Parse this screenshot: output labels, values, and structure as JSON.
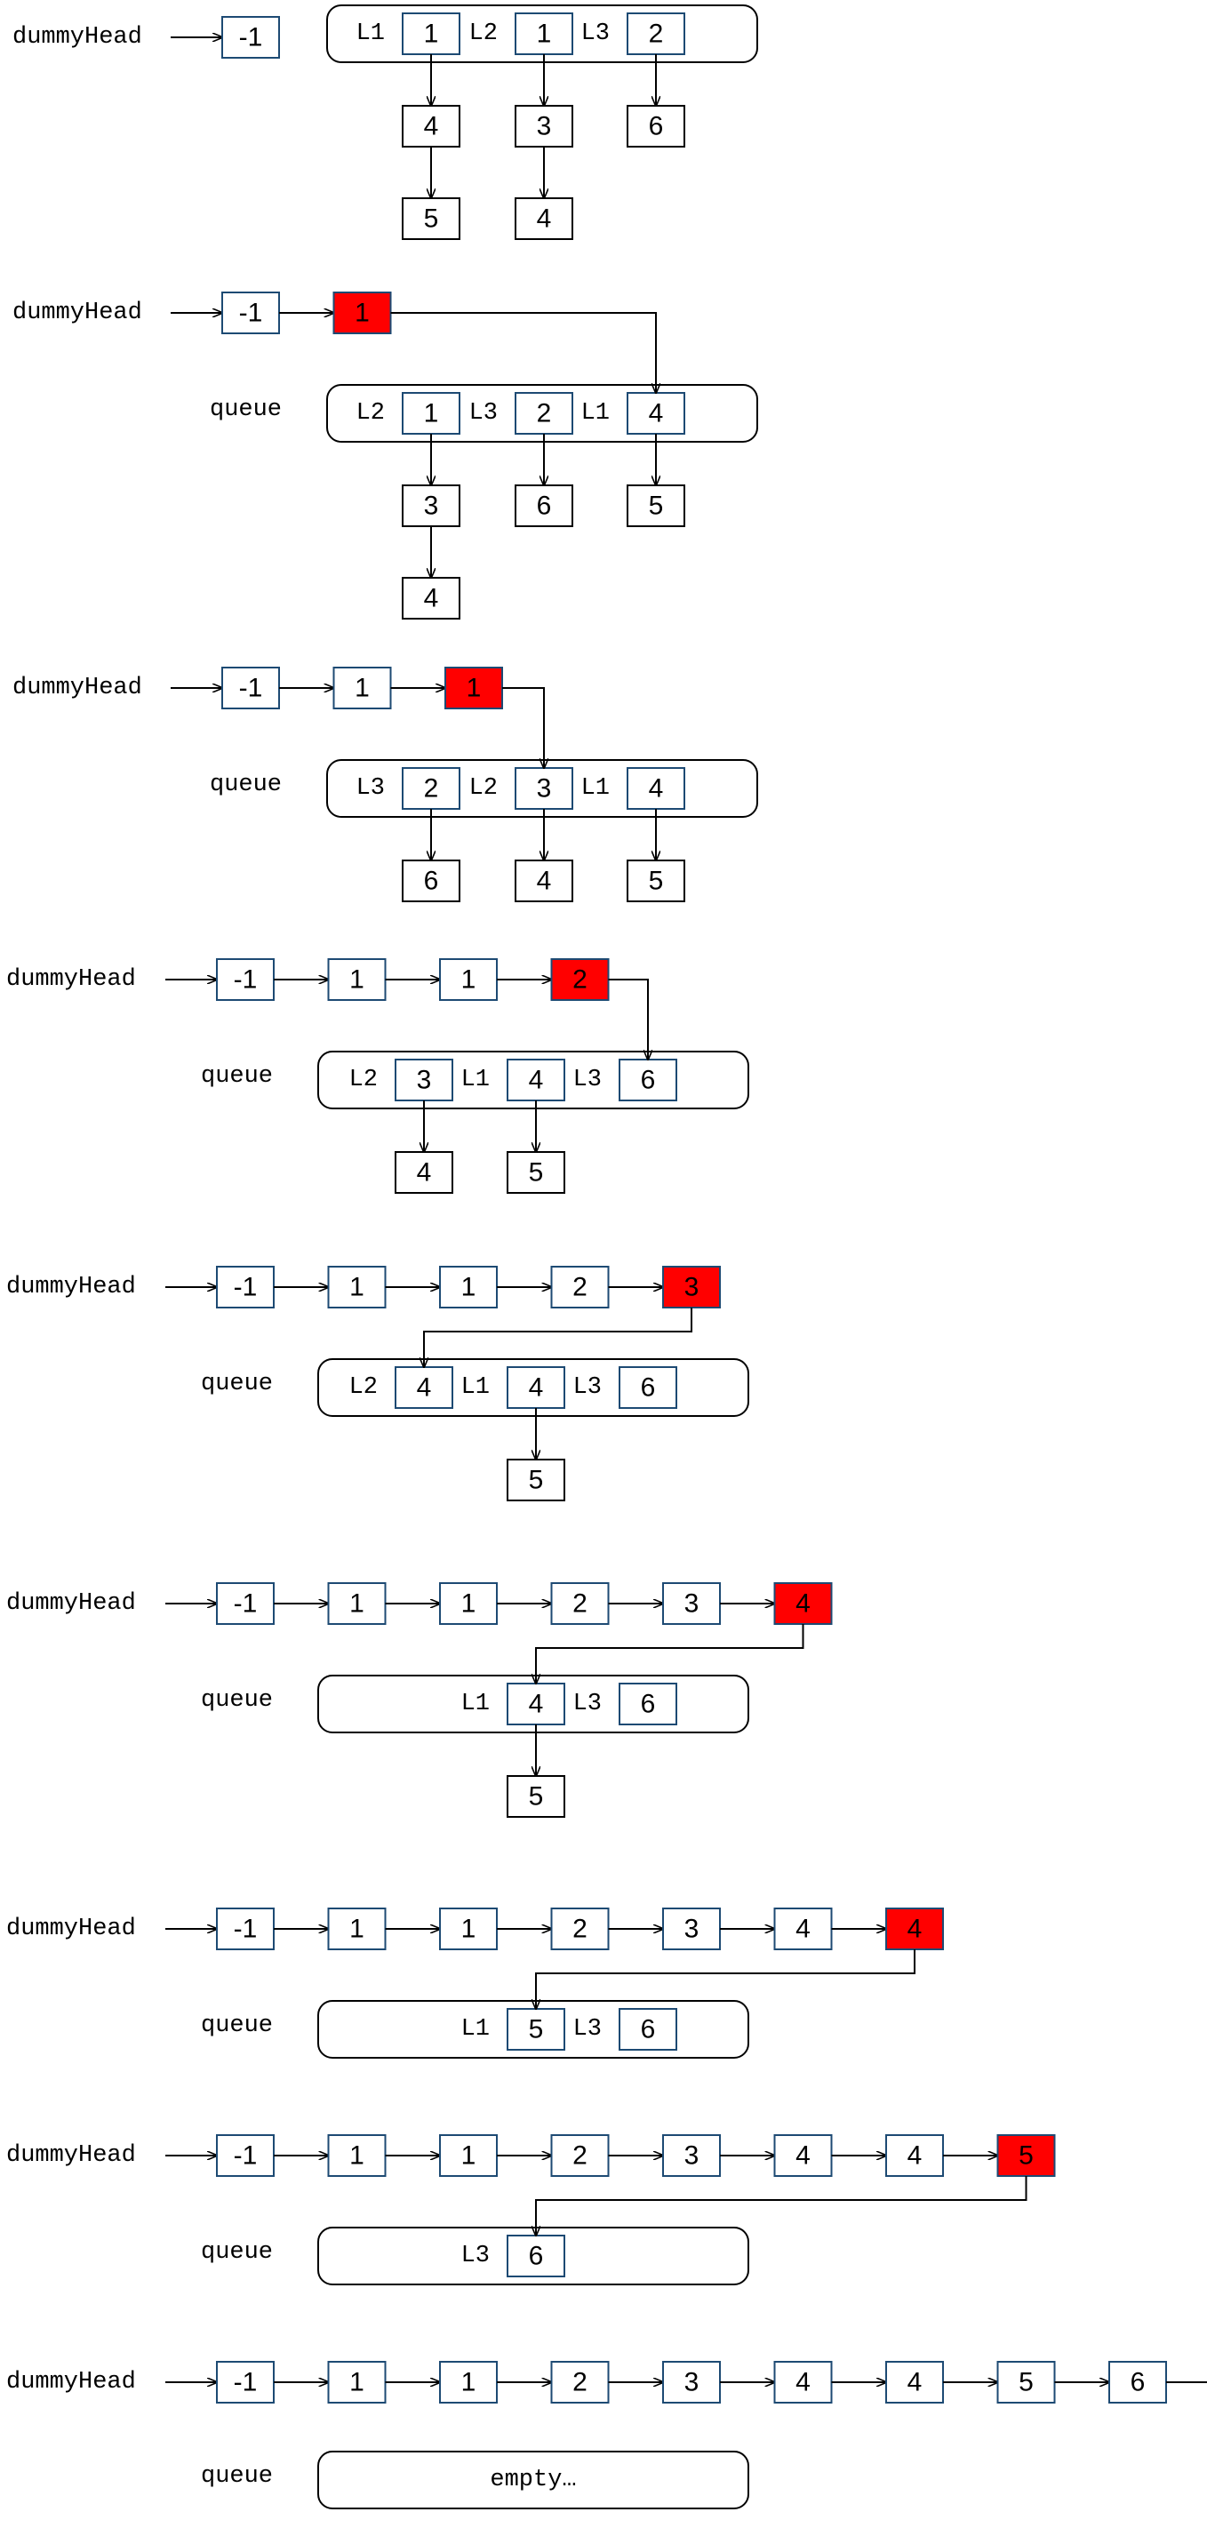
{
  "labels": {
    "head": "dummyHead",
    "queue": "queue",
    "null": "null",
    "empty": "empty…"
  },
  "colors": {
    "highlight": "#ff0000",
    "list_box_border": "#1d4a73",
    "queue_border": "#000000",
    "arrow": "#000000"
  },
  "icons": {
    "arrow": "arrow-right-icon"
  },
  "panels": [
    {
      "merged": [
        "-1"
      ],
      "highlight": null,
      "queue_label": false,
      "queue": [
        {
          "label": "L1",
          "nodes": [
            "1",
            "4",
            "5"
          ]
        },
        {
          "label": "L2",
          "nodes": [
            "1",
            "3",
            "4"
          ]
        },
        {
          "label": "L3",
          "nodes": [
            "2",
            "6"
          ]
        }
      ]
    },
    {
      "merged": [
        "-1"
      ],
      "highlight": "1",
      "queue_label": true,
      "queue": [
        {
          "label": "L2",
          "nodes": [
            "1",
            "3",
            "4"
          ]
        },
        {
          "label": "L3",
          "nodes": [
            "2",
            "6"
          ]
        },
        {
          "label": "L1",
          "nodes": [
            "4",
            "5"
          ]
        }
      ]
    },
    {
      "merged": [
        "-1",
        "1"
      ],
      "highlight": "1",
      "queue_label": true,
      "queue": [
        {
          "label": "L3",
          "nodes": [
            "2",
            "6"
          ]
        },
        {
          "label": "L2",
          "nodes": [
            "3",
            "4"
          ]
        },
        {
          "label": "L1",
          "nodes": [
            "4",
            "5"
          ]
        }
      ]
    },
    {
      "merged": [
        "-1",
        "1",
        "1"
      ],
      "highlight": "2",
      "queue_label": true,
      "queue": [
        {
          "label": "L2",
          "nodes": [
            "3",
            "4"
          ]
        },
        {
          "label": "L1",
          "nodes": [
            "4",
            "5"
          ]
        },
        {
          "label": "L3",
          "nodes": [
            "6"
          ]
        }
      ]
    },
    {
      "merged": [
        "-1",
        "1",
        "1",
        "2"
      ],
      "highlight": "3",
      "queue_label": true,
      "queue": [
        {
          "label": "L2",
          "nodes": [
            "4"
          ]
        },
        {
          "label": "L1",
          "nodes": [
            "4",
            "5"
          ]
        },
        {
          "label": "L3",
          "nodes": [
            "6"
          ]
        }
      ]
    },
    {
      "merged": [
        "-1",
        "1",
        "1",
        "2",
        "3"
      ],
      "highlight": "4",
      "queue_label": true,
      "queue": [
        {
          "label": "L1",
          "nodes": [
            "4",
            "5"
          ]
        },
        {
          "label": "L3",
          "nodes": [
            "6"
          ]
        }
      ]
    },
    {
      "merged": [
        "-1",
        "1",
        "1",
        "2",
        "3",
        "4"
      ],
      "highlight": "4",
      "queue_label": true,
      "queue": [
        {
          "label": "L1",
          "nodes": [
            "5"
          ]
        },
        {
          "label": "L3",
          "nodes": [
            "6"
          ]
        }
      ]
    },
    {
      "merged": [
        "-1",
        "1",
        "1",
        "2",
        "3",
        "4",
        "4"
      ],
      "highlight": "5",
      "queue_label": true,
      "queue": [
        {
          "label": "L3",
          "nodes": [
            "6"
          ]
        }
      ]
    },
    {
      "merged": [
        "-1",
        "1",
        "1",
        "2",
        "3",
        "4",
        "4",
        "5",
        "6"
      ],
      "highlight": null,
      "terminal": "null",
      "queue_label": true,
      "queue": []
    }
  ]
}
